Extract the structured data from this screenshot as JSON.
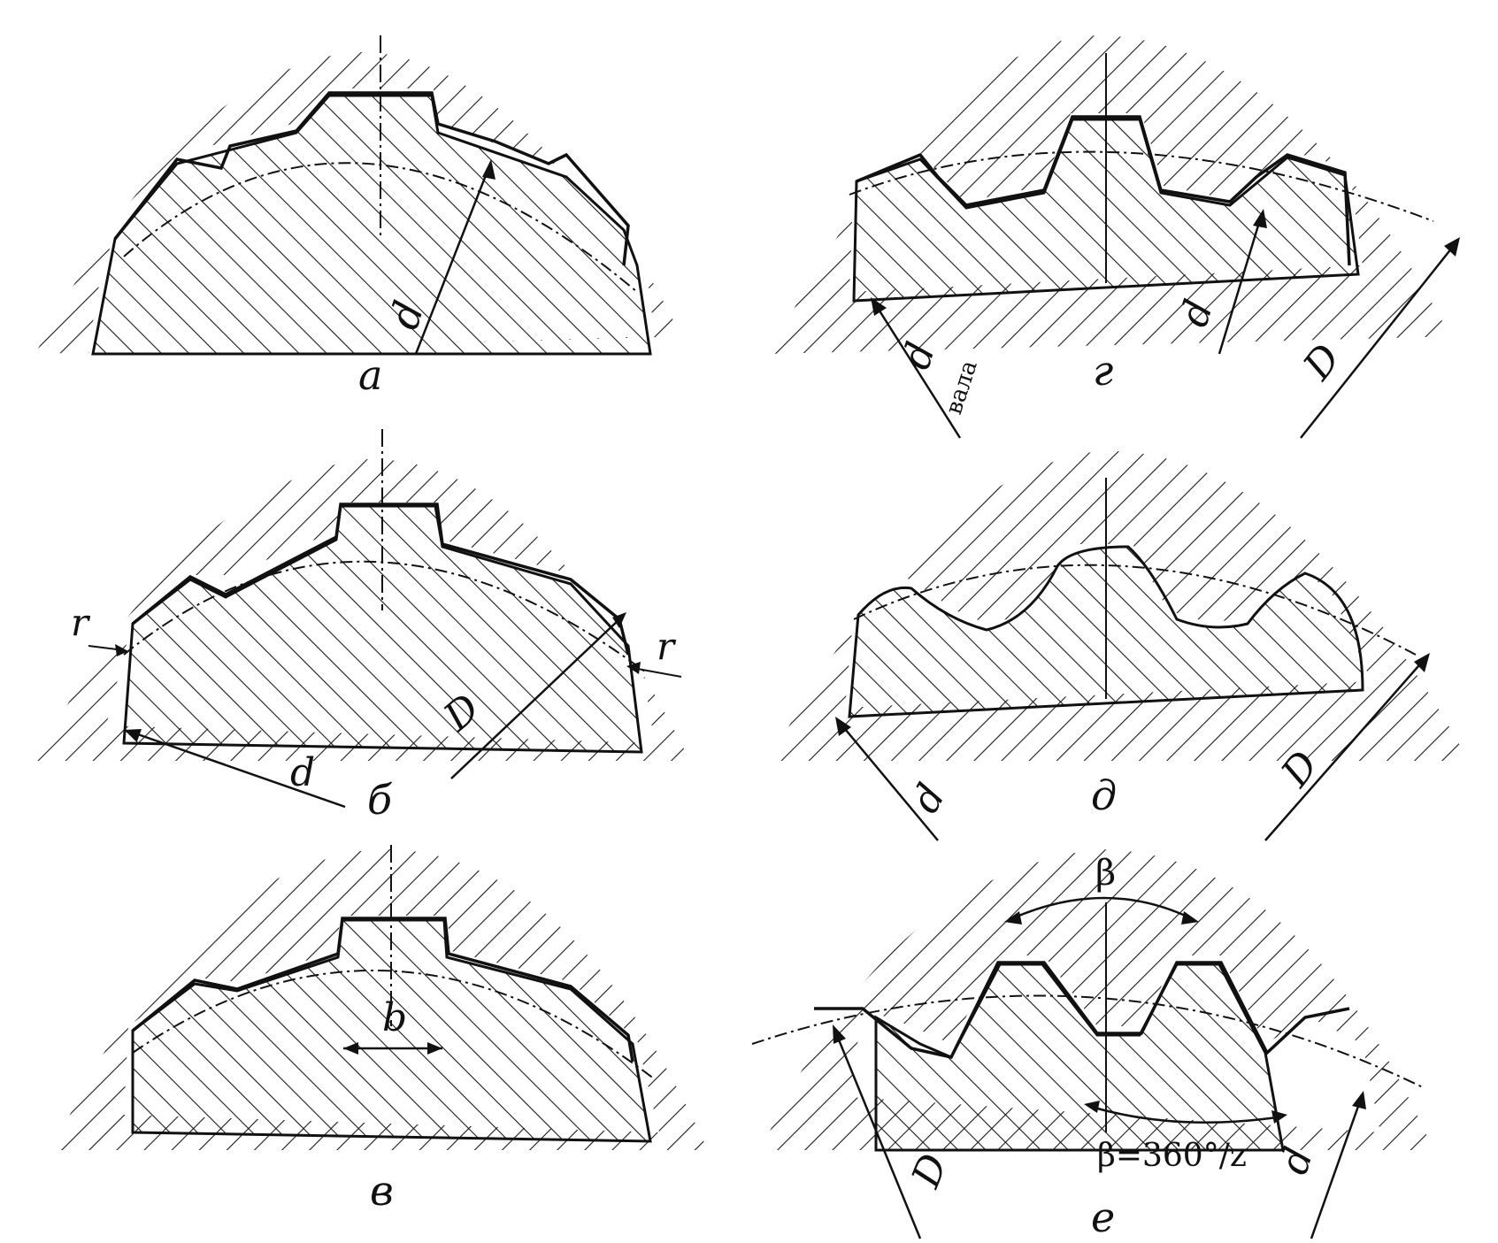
{
  "panels": [
    {
      "id": "a",
      "caption": "а",
      "labels": {
        "d": "d"
      }
    },
    {
      "id": "b",
      "caption": "б",
      "labels": {
        "r_left": "r",
        "r_right": "r",
        "d": "d",
        "D": "D"
      }
    },
    {
      "id": "v",
      "caption": "в",
      "labels": {
        "b": "b"
      }
    },
    {
      "id": "g",
      "caption": "г",
      "labels": {
        "d": "d",
        "D": "D",
        "dval_main": "d",
        "dval_sub": "вала"
      }
    },
    {
      "id": "dd",
      "caption": "д",
      "labels": {
        "d": "d",
        "D": "D"
      }
    },
    {
      "id": "e",
      "caption": "е",
      "labels": {
        "beta": "β",
        "beta_formula": "β=360°/z",
        "d": "d",
        "D": "D"
      }
    }
  ],
  "colors": {
    "ink": "#111111",
    "hatch": "#1a1a1a",
    "paper": "#ffffff"
  }
}
